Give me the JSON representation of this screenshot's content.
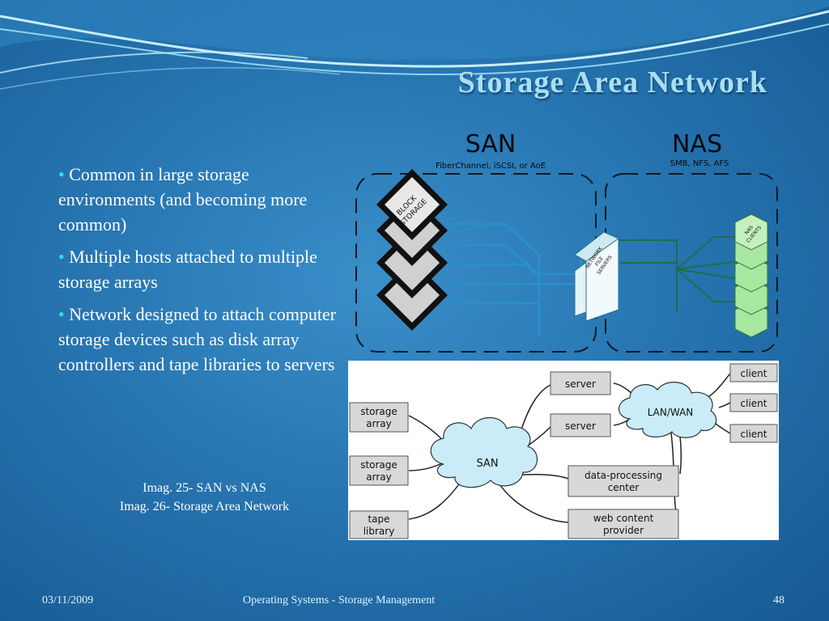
{
  "title": "Storage Area Network",
  "bullets": [
    "Common in large storage environments (and becoming more common)",
    "Multiple hosts attached to multiple storage arrays",
    "Network designed to attach computer storage devices such as disk array controllers and tape libraries to servers"
  ],
  "captions": [
    "Imag. 25-  SAN vs NAS",
    "Imag. 26- Storage Area Network"
  ],
  "footer": {
    "date": "03/11/2009",
    "course": "Operating Systems - Storage Management",
    "page": "48"
  },
  "diagram1": {
    "san_title": "SAN",
    "san_sub": "FiberChannel, iSCSI, or AoE",
    "nas_title": "NAS",
    "nas_sub": "SMB, NFS, AFS",
    "block_label_1": "BLOCK",
    "block_label_2": "STORAGE",
    "fs_label_1": "NETWORK",
    "fs_label_2": "FILE",
    "fs_label_3": "SERVERS",
    "client_label_1": "NAS",
    "client_label_2": "CLIENTS"
  },
  "diagram2": {
    "storage_array_1": [
      "storage",
      "array"
    ],
    "storage_array_2": [
      "storage",
      "array"
    ],
    "tape_library": [
      "tape",
      "library"
    ],
    "san": "SAN",
    "server_1": "server",
    "server_2": "server",
    "dpc": [
      "data-processing",
      "center"
    ],
    "wcp": [
      "web content",
      "provider"
    ],
    "lan": "LAN/WAN",
    "client_1": "client",
    "client_2": "client",
    "client_3": "client"
  },
  "colors": {
    "title": "#a9e0f2",
    "bullet_dot": "#2fe0d8",
    "san_line": "#2a8fcf",
    "nas_line": "#1f6e4a",
    "cloud": "#c9ecf8"
  }
}
